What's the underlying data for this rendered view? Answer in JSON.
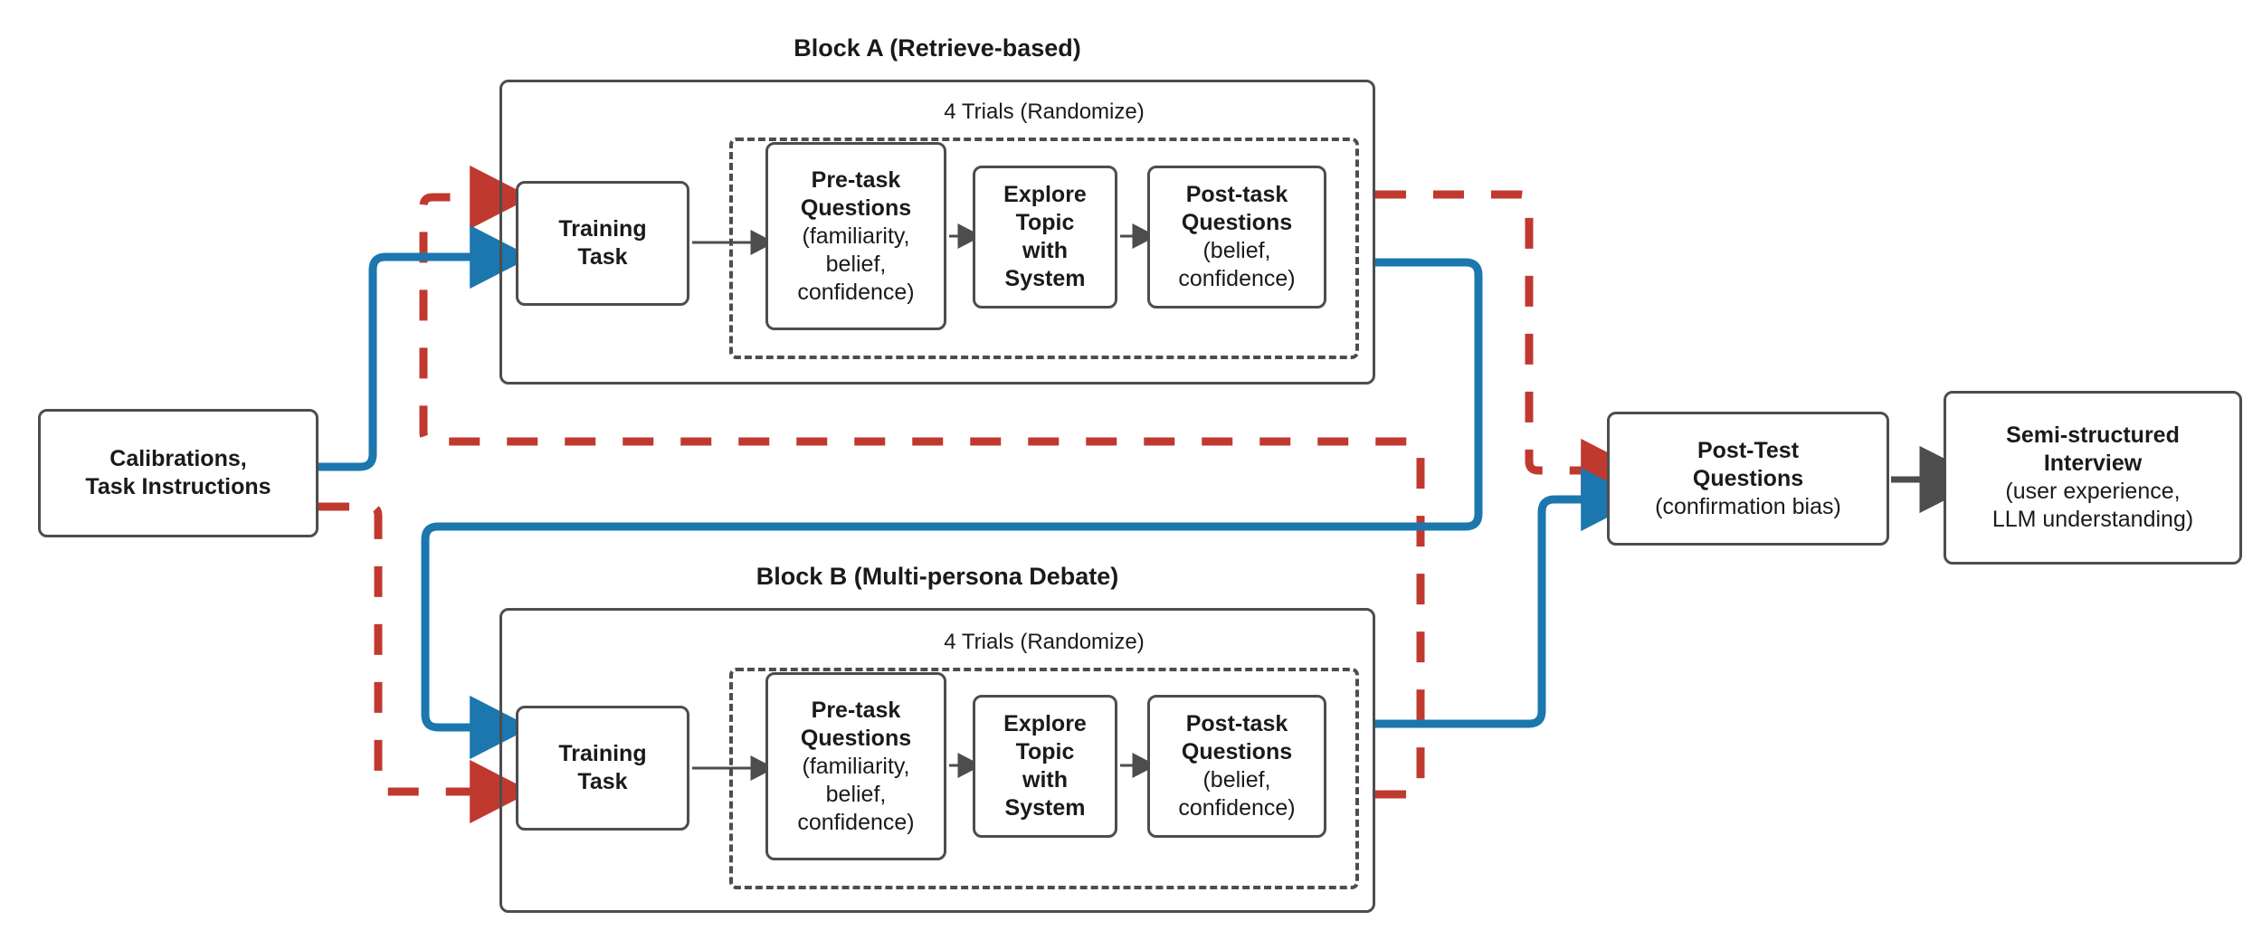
{
  "colors": {
    "box_stroke": "#4d4d4d",
    "text": "#1a1a1a",
    "background": "#ffffff",
    "block_a_path_red": "#c0392f",
    "block_b_path_blue": "#1b77ae",
    "neutral_arrow": "#4d4d4d"
  },
  "nodes": {
    "calibrations": {
      "line1": "Calibrations,",
      "line2": "Task Instructions"
    },
    "post_test": {
      "title_line1": "Post-Test",
      "title_line2": "Questions",
      "sub": "(confirmation bias)"
    },
    "interview": {
      "title_line1": "Semi-structured",
      "title_line2": "Interview",
      "sub_line1": "(user experience,",
      "sub_line2": "LLM understanding)"
    }
  },
  "blocks": [
    {
      "id": "A",
      "title": "Block A (Retrieve-based)",
      "trials_label": "4 Trials (Randomize)",
      "steps": {
        "training": {
          "line1": "Training",
          "line2": "Task"
        },
        "pre_task": {
          "title_line1": "Pre-task",
          "title_line2": "Questions",
          "sub_line1": "(familiarity,",
          "sub_line2": "belief,",
          "sub_line3": "confidence)"
        },
        "explore": {
          "line1": "Explore",
          "line2": "Topic",
          "line3": "with",
          "line4": "System"
        },
        "post_task": {
          "title_line1": "Post-task",
          "title_line2": "Questions",
          "sub_line1": "(belief,",
          "sub_line2": "confidence)"
        }
      }
    },
    {
      "id": "B",
      "title": "Block B (Multi-persona Debate)",
      "trials_label": "4 Trials (Randomize)",
      "steps": {
        "training": {
          "line1": "Training",
          "line2": "Task"
        },
        "pre_task": {
          "title_line1": "Pre-task",
          "title_line2": "Questions",
          "sub_line1": "(familiarity,",
          "sub_line2": "belief,",
          "sub_line3": "confidence)"
        },
        "explore": {
          "line1": "Explore",
          "line2": "Topic",
          "line3": "with",
          "line4": "System"
        },
        "post_task": {
          "title_line1": "Post-task",
          "title_line2": "Questions",
          "sub_line1": "(belief,",
          "sub_line2": "confidence)"
        }
      }
    }
  ],
  "flows": {
    "red_dashed_order": "Calibrations -> Block B -> Block A -> Post-Test Questions",
    "blue_solid_order": "Calibrations -> Block A -> Block B -> Post-Test Questions",
    "final": "Post-Test Questions -> Semi-structured Interview"
  }
}
